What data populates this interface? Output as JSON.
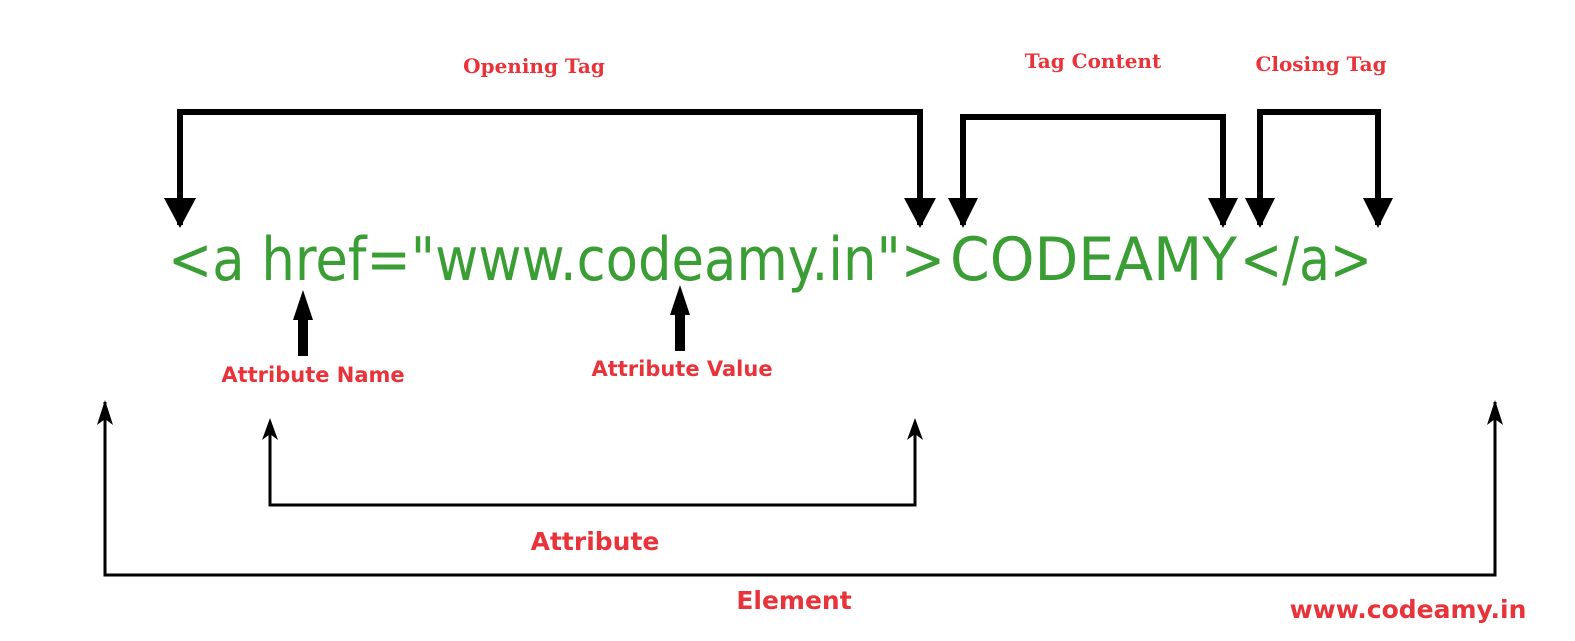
{
  "code": {
    "open_tag": "<a href=\"www.codeamy.in\">",
    "content": "CODEAMY",
    "close_tag": "</a>"
  },
  "labels": {
    "opening_tag": "Opening Tag",
    "tag_content": "Tag Content",
    "closing_tag": "Closing Tag",
    "attribute_name": "Attribute Name",
    "attribute_value": "Attribute Value",
    "attribute": "Attribute",
    "element": "Element"
  },
  "watermark": "www.codeamy.in",
  "colors": {
    "code": "#3a9e35",
    "labels": "#e8333a",
    "arrows": "#000000"
  }
}
